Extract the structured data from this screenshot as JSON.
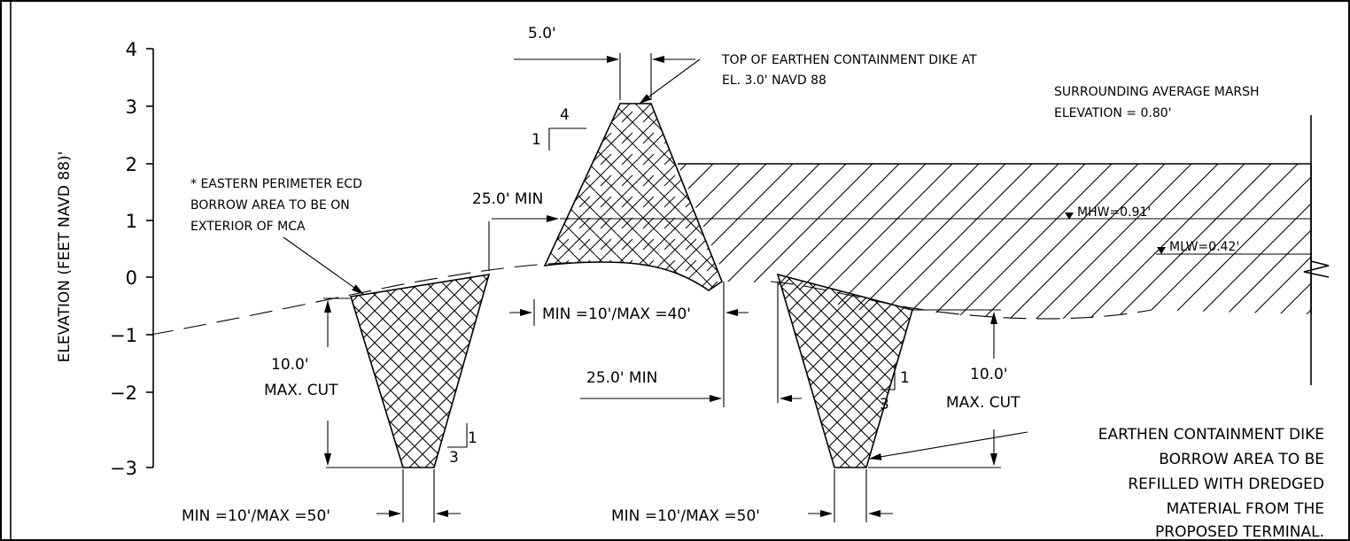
{
  "axis": {
    "label": "ELEVATION (FEET NAVD 88)'",
    "ticks": [
      "4",
      "3",
      "2",
      "1",
      "0",
      "−1",
      "−2",
      "−3"
    ]
  },
  "labels": {
    "top_width": "5.0'",
    "dike_top_line1": "TOP OF EARTHEN CONTAINMENT DIKE AT",
    "dike_top_line2": "EL. 3.0' NAVD 88",
    "marsh_line1": "SURROUNDING AVERAGE MARSH",
    "marsh_line2": "ELEVATION = 0.80'",
    "slope_rise": "1",
    "slope_run": "4",
    "eastern_line1": "* EASTERN PERIMETER ECD",
    "eastern_line2": "BORROW AREA TO BE ON",
    "eastern_line3": "EXTERIOR OF MCA",
    "min25_upper": "25.0' MIN",
    "mhw": "MHW=0.91'",
    "mlw": "MLW=0.42'",
    "dike_base": "MIN =10'/MAX =40'",
    "left_cut_line1": "10.0'",
    "left_cut_line2": "MAX. CUT",
    "min25_lower": "25.0' MIN",
    "left_slope_rise": "1",
    "left_slope_run": "3",
    "right_slope_rise": "1",
    "right_slope_run": "3",
    "right_cut_line1": "10.0'",
    "right_cut_line2": "MAX. CUT",
    "left_bottom": "MIN =10'/MAX =50'",
    "right_bottom": "MIN =10'/MAX =50'",
    "refill_line1": "EARTHEN CONTAINMENT DIKE",
    "refill_line2": "BORROW AREA TO BE",
    "refill_line3": "REFILLED WITH DREDGED",
    "refill_line4": "MATERIAL FROM THE",
    "refill_line5": "PROPOSED TERMINAL."
  },
  "colors": {
    "ink": "#000000",
    "paper": "#ffffff"
  }
}
